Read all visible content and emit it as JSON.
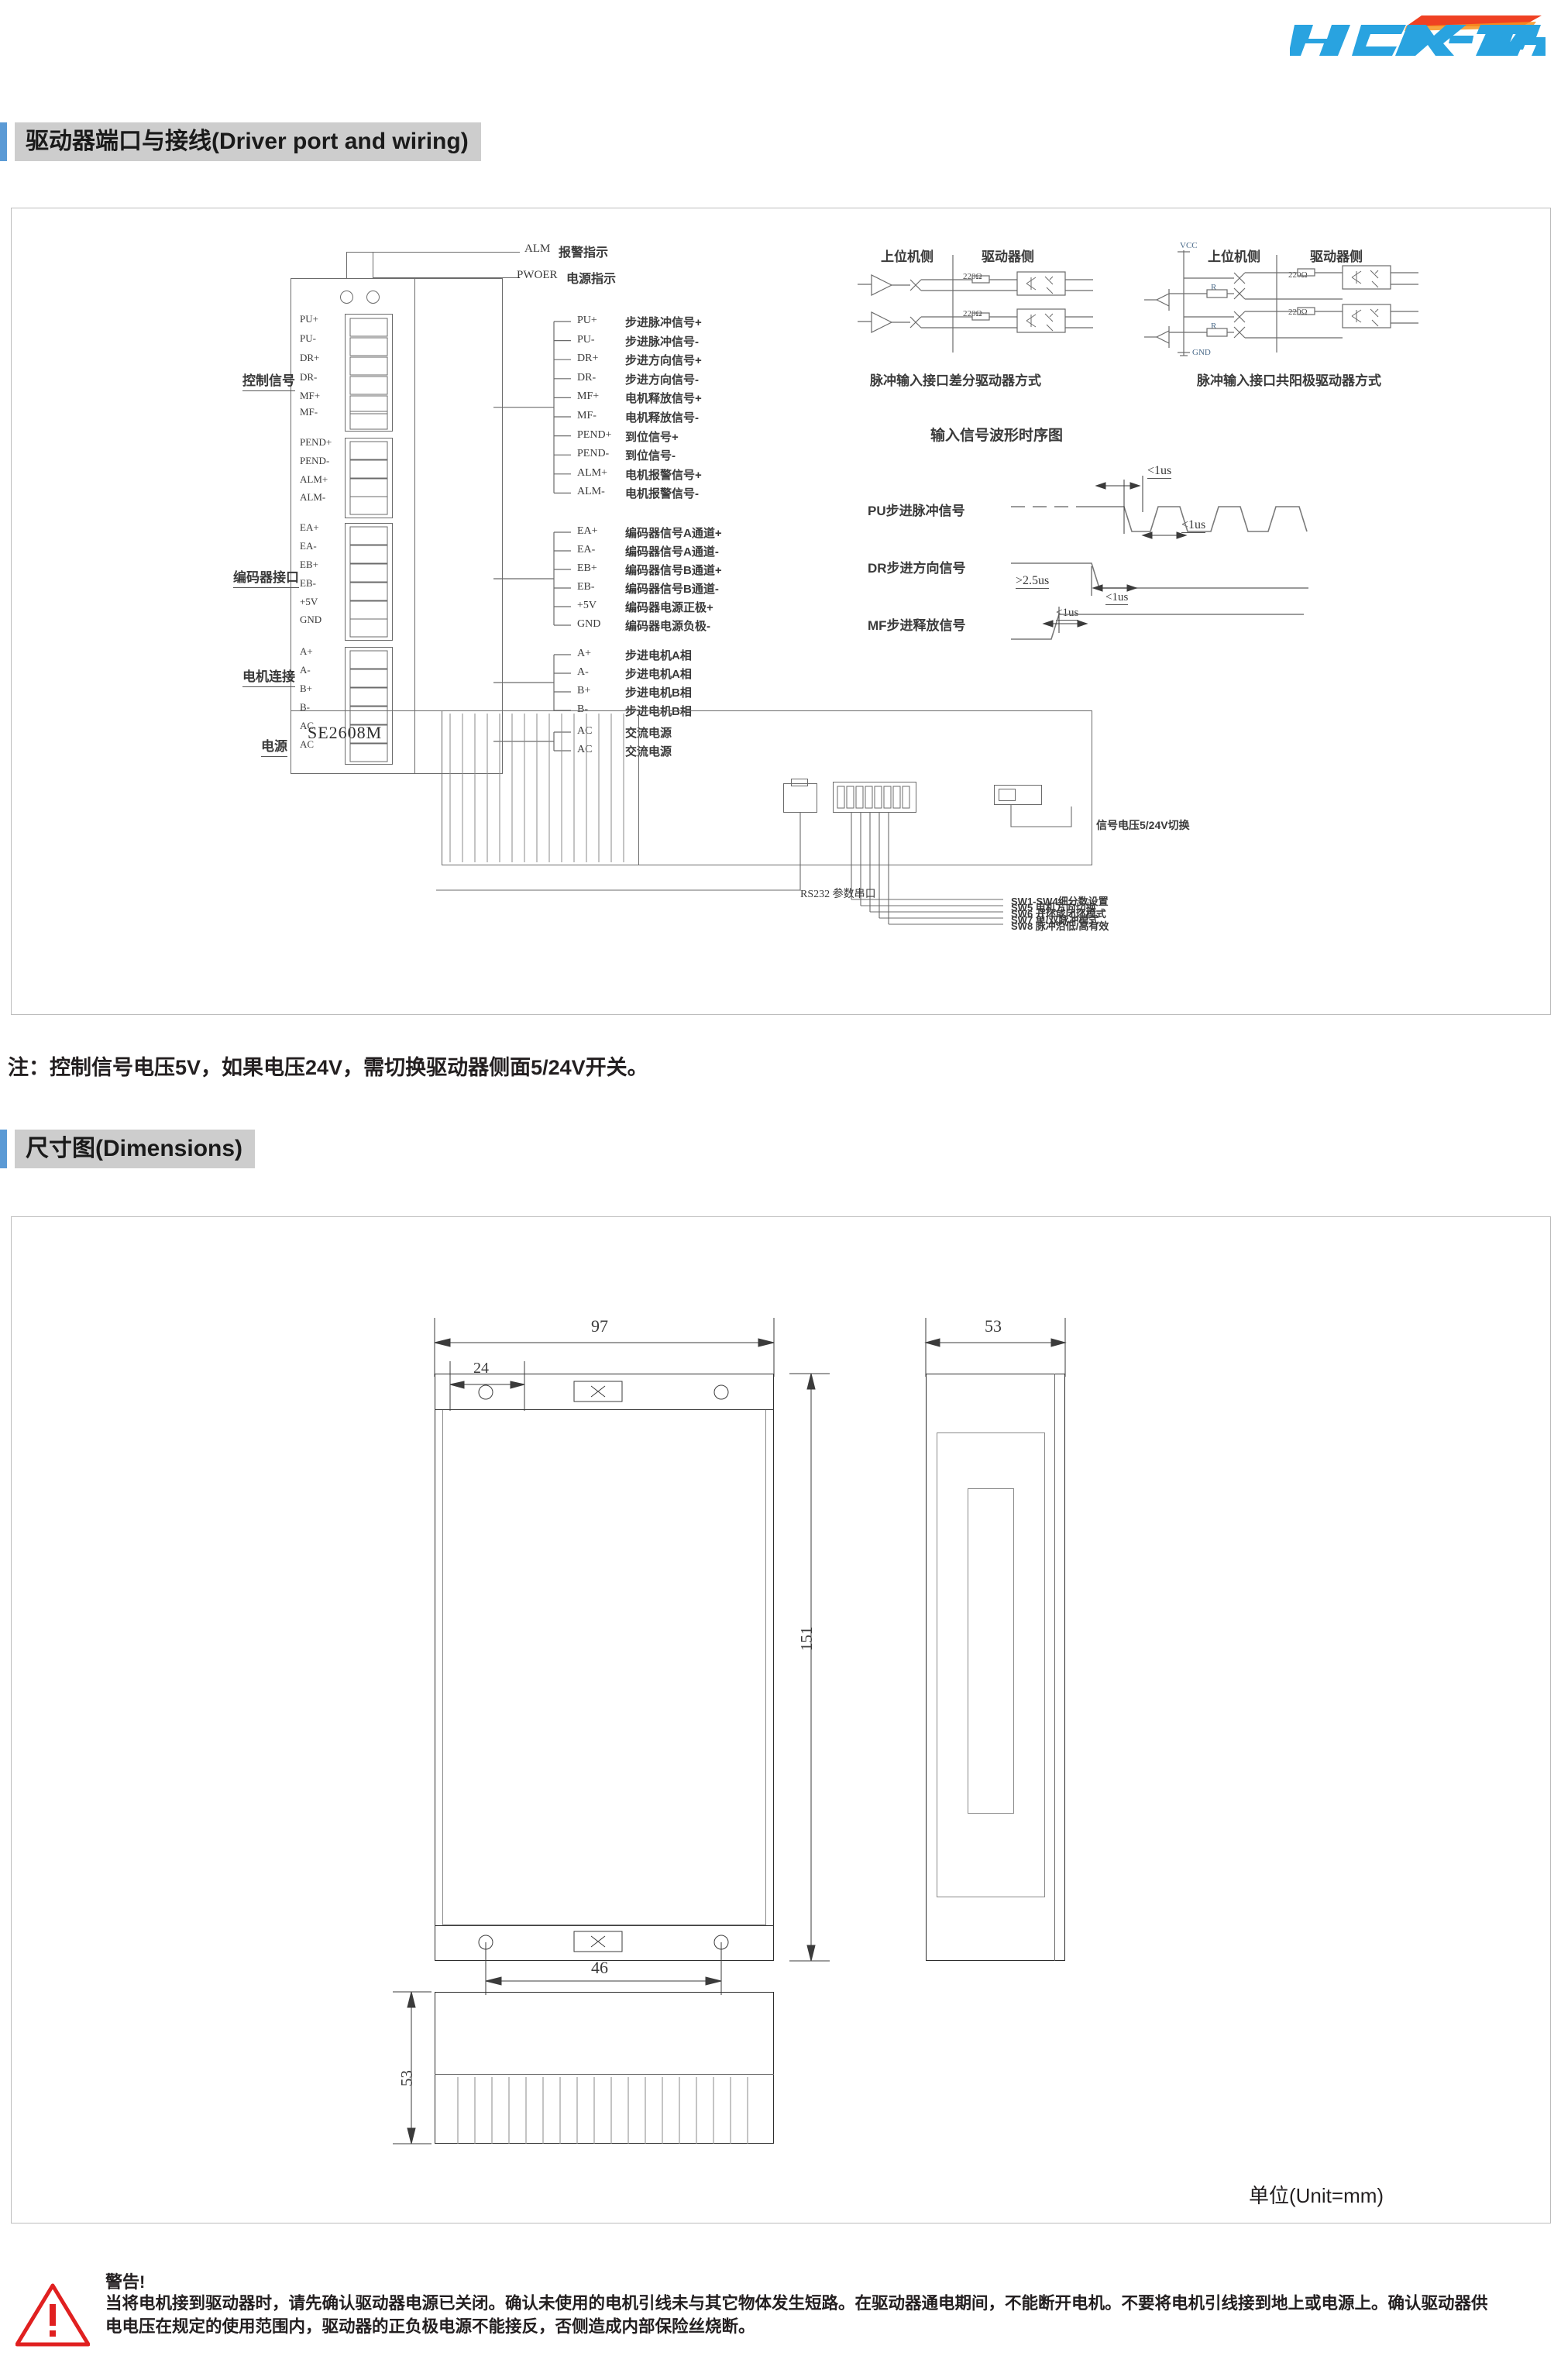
{
  "brand": {
    "name": "HCX-TECH",
    "blue": "#29a3e0",
    "orange": "#ef4123"
  },
  "sections": [
    {
      "id": "wiring",
      "title": "驱动器端口与接线(Driver port and wiring)"
    },
    {
      "id": "dimensions",
      "title": "尺寸图(Dimensions)"
    }
  ],
  "wiring": {
    "driver_model": "SE2608M",
    "indicators": [
      {
        "code": "ALM",
        "desc": "报警指示"
      },
      {
        "code": "PWOER",
        "desc": "电源指示"
      }
    ],
    "terminal_pins": [
      "PU+",
      "PU-",
      "DR+",
      "DR-",
      "MF+",
      "MF-",
      "PEND+",
      "PEND-",
      "ALM+",
      "ALM-",
      "EA+",
      "EA-",
      "EB+",
      "EB-",
      "+5V",
      "GND",
      "A+",
      "A-",
      "B+",
      "B-",
      "AC",
      "AC"
    ],
    "groups": [
      {
        "label": "控制信号",
        "signals": [
          {
            "code": "PU+",
            "desc": "步进脉冲信号+"
          },
          {
            "code": "PU-",
            "desc": "步进脉冲信号-"
          },
          {
            "code": "DR+",
            "desc": "步进方向信号+"
          },
          {
            "code": "DR-",
            "desc": "步进方向信号-"
          },
          {
            "code": "MF+",
            "desc": "电机释放信号+"
          },
          {
            "code": "MF-",
            "desc": "电机释放信号-"
          },
          {
            "code": "PEND+",
            "desc": "到位信号+"
          },
          {
            "code": "PEND-",
            "desc": "到位信号-"
          },
          {
            "code": "ALM+",
            "desc": "电机报警信号+"
          },
          {
            "code": "ALM-",
            "desc": "电机报警信号-"
          }
        ]
      },
      {
        "label": "编码器接口",
        "signals": [
          {
            "code": "EA+",
            "desc": "编码器信号A通道+"
          },
          {
            "code": "EA-",
            "desc": "编码器信号A通道-"
          },
          {
            "code": "EB+",
            "desc": "编码器信号B通道+"
          },
          {
            "code": "EB-",
            "desc": "编码器信号B通道-"
          },
          {
            "code": "+5V",
            "desc": "编码器电源正极+"
          },
          {
            "code": "GND",
            "desc": "编码器电源负极-"
          }
        ]
      },
      {
        "label": "电机连接",
        "signals": [
          {
            "code": "A+",
            "desc": "步进电机A相"
          },
          {
            "code": "A-",
            "desc": "步进电机A相"
          },
          {
            "code": "B+",
            "desc": "步进电机B相"
          },
          {
            "code": "B-",
            "desc": "步进电机B相"
          }
        ]
      },
      {
        "label": "电源",
        "signals": [
          {
            "code": "AC",
            "desc": "交流电源"
          },
          {
            "code": "AC",
            "desc": "交流电源"
          }
        ]
      }
    ],
    "interface_circuits": [
      {
        "caption": "脉冲输入接口差分驱动器方式",
        "host_label": "上位机侧",
        "driver_label": "驱动器侧",
        "resistor": "220Ω"
      },
      {
        "caption": "脉冲输入接口共阳极驱动器方式",
        "host_label": "上位机侧",
        "driver_label": "驱动器侧",
        "resistor": "220Ω",
        "vcc": "VCC",
        "gnd": "GND",
        "series_r": "R"
      }
    ],
    "timing": {
      "title": "输入信号波形时序图",
      "rows": [
        {
          "label": "PU步进脉冲信号"
        },
        {
          "label": "DR步进方向信号"
        },
        {
          "label": "MF步进释放信号"
        }
      ],
      "annotations": [
        "<1us",
        "<1us",
        ">2.5us",
        "<1us",
        "<1us"
      ]
    },
    "side_view_callouts": {
      "serial_port": "RS232  参数串口",
      "voltage_switch": "信号电压5/24V切换",
      "dip_switches": [
        "SW1-SW4细分数设置",
        "SW5 电机方向切换",
        "SW6 开环或闭环模式",
        "SW7 单/双脉冲模式",
        "SW8 脉冲沿低/高有效"
      ]
    },
    "note": "注：控制信号电压5V，如果电压24V，需切换驱动器侧面5/24V开关。"
  },
  "dimensions": {
    "unit_note": "单位(Unit=mm)",
    "front": {
      "width": "97",
      "height": "151",
      "hole_offset": "24",
      "hole_span": "46"
    },
    "side": {
      "width": "53"
    },
    "bottom": {
      "height": "53"
    }
  },
  "warning": {
    "title": "警告!",
    "body": "当将电机接到驱动器时，请先确认驱动器电源已关闭。确认未使用的电机引线未与其它物体发生短路。在驱动器通电期间，不能断开电机。不要将电机引线接到地上或电源上。确认驱动器供电电压在规定的使用范围内，驱动器的正负极电源不能接反，否侧造成内部保险丝烧断。"
  }
}
